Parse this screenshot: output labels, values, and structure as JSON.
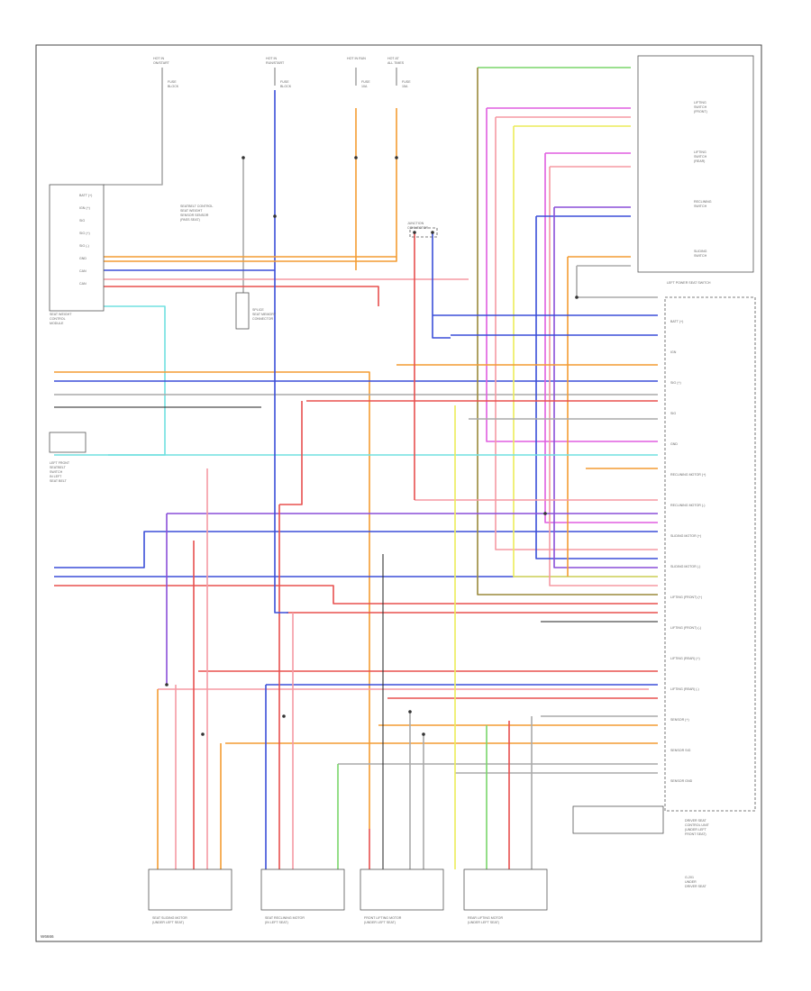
{
  "figure_code": "W6666",
  "colors": {
    "orange": "#f39c32",
    "blue": "#3b4fd8",
    "pink": "#f59aa4",
    "red": "#e8504f",
    "green": "#7ad66a",
    "yellow": "#ecec5a",
    "magenta": "#e05ee0",
    "gray": "#aaaaaa",
    "brown": "#9b8a3c",
    "cyan": "#70e0e0",
    "violet": "#8a4fd8",
    "black": "#222222"
  },
  "top_sources": [
    {
      "label": "HOT IN\nON/START"
    },
    {
      "label": "HOT IN\nRUN/START"
    },
    {
      "label": "HOT IN RUN"
    },
    {
      "label": "HOT AT\nALL TIMES"
    }
  ],
  "fuses": [
    {
      "label": "FUSE\nBLOCK"
    },
    {
      "label": "FUSE\nBLOCK"
    },
    {
      "label": "FUSE\n10A"
    },
    {
      "label": "FUSE\n15A"
    }
  ],
  "left_module": {
    "title": "SEAT WEIGHT\nCONTROL\nMODULE",
    "subtitle": "SEATBELT CONTROL\nSEAT WEIGHT\nSENSOR SENSOR\n(PASS SEAT)",
    "pins": [
      "BATT (+)",
      "IGN (+)",
      "SIG",
      "SIG (+)",
      "SIG (-)",
      "GND",
      "CAN",
      "CAN"
    ]
  },
  "splice_label": "SPLICE\nSEAT MEMORY\nCONNECTOR",
  "connector_label": "JUNCTION\nCONNECTOR",
  "switch_left": {
    "label": "LEFT FRONT\nSEATBELT\nSWITCH\nIN LEFT\nSEAT BELT"
  },
  "right_switch_block": {
    "title": "LEFT POWER SEAT SWITCH",
    "items": [
      "LIFTING\nSWITCH\n(FRONT)",
      "LIFTING\nSWITCH\n(REAR)",
      "RECLINING\nSWITCH",
      "SLIDING\nSWITCH"
    ]
  },
  "memory_unit": {
    "title": "DRIVER SEAT\nCONTROL UNIT\n(UNDER LEFT\nFRONT SEAT)",
    "pins": [
      "BATT (+)",
      "IGN",
      "SIG (+)",
      "SIG",
      "GND",
      "RECLINING MOTOR (+)",
      "RECLINING MOTOR (-)",
      "SLIDING MOTOR (+)",
      "SLIDING MOTOR (-)",
      "LIFTING (FRONT) (+)",
      "LIFTING (FRONT) (-)",
      "LIFTING (REAR) (+)",
      "LIFTING (REAR) (-)",
      "SENSOR (+)",
      "SENSOR SIG",
      "SENSOR GND"
    ]
  },
  "ground_label": "G-201\nUNDER\nDRIVER SEAT",
  "bottom_motors": [
    {
      "label": "SEAT SLIDING MOTOR\n(UNDER LEFT SEAT)"
    },
    {
      "label": "SEAT RECLINING MOTOR\n(IN LEFT SEAT)"
    },
    {
      "label": "FRONT LIFTING MOTOR\n(UNDER LEFT SEAT)"
    },
    {
      "label": "REAR LIFTING MOTOR\n(UNDER LEFT SEAT)"
    }
  ]
}
